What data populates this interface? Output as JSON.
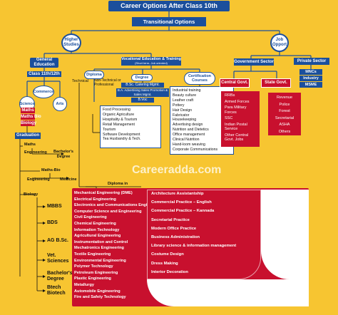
{
  "title": "Career Options After Class 10th",
  "transitional": "Transitional Options",
  "higher_studies": "Higher Studies",
  "job_opport": "Job Opport.",
  "general_education": "General Education",
  "class_11_12": "Class 11th/12th",
  "science": "Science",
  "commerce": "Commerce",
  "arts": "Arts",
  "science_subjects": [
    "Maths",
    "Maths Bio",
    "Biology"
  ],
  "graduation": "Graduation",
  "maths_branch": {
    "label": "Maths",
    "options": [
      "Engineering",
      "Bachelor's Degree"
    ]
  },
  "mathsbio_branch": {
    "label": "Maths-Bio",
    "options": [
      "Engineering",
      "Medicine"
    ]
  },
  "biology_branch": {
    "label": "Biology",
    "options": [
      "MBBS",
      "BDS",
      "AG B.Sc.",
      "Vet. Sciences",
      "Bachelor's Degree",
      "Btech Biotech"
    ]
  },
  "vocational": {
    "title": "Vocational Education & Training",
    "subtitle": "(Short term- Job oriented)"
  },
  "technical": "Technical",
  "non_technical": "Non-Technical or Professional",
  "diploma": "Diploma",
  "degree": "Degree",
  "degree_items": [
    "B.Sc. Catering Mgmt.",
    "B.A. Advertising Sales Promotion & Sales Mgmt.",
    "B.Voc"
  ],
  "certification": "Certification Courses",
  "diploma_courses": [
    "Food Processing",
    "Organic Agriculture",
    "Hospitality & Tourism",
    "Retail Management",
    "Tourism",
    "Software Development",
    "Tea Husbandry & Tech."
  ],
  "certification_courses": [
    "Industrial training",
    "Beauty culture",
    "Leather craft",
    "Pottery",
    "Hair Design",
    "Fabricator",
    "Housekeeping",
    "Advertising design",
    "Nutrition and Dietetics",
    "Office management",
    "Clinical Nutrition",
    "Hand-loom weaving",
    "Corporate Communications"
  ],
  "government_sector": "Government Sector",
  "private_sector": "Private Sector",
  "central_govt": "Central Govt.",
  "state_govt": "State Govt.",
  "central_govt_jobs": [
    "RRBs",
    "Armed Forces",
    "Para Military Forces",
    "SSC",
    "Indian Postal Service",
    "Other Central Govt. Jobs"
  ],
  "state_govt_jobs": [
    "Revenue",
    "Police",
    "Forest",
    "Secretarial",
    "ASHA",
    "Others"
  ],
  "private_items": [
    "MNCs",
    "Industry",
    "MSME"
  ],
  "watermark": "Careeradda.com",
  "diploma_in": "Diploma in",
  "diploma_list_left": [
    "Mechanical Engineering (DME)",
    "Electrical Engineering",
    "Electronics and Communications Engineering",
    "Computer Science and Engineering",
    "Civil Engineering",
    "Chemical Engineering",
    "Information Technology",
    "Agricultural Engineering",
    "Instrumentation and Control",
    "Mechatronics Engineering",
    "Textile Engineering",
    "Environmental Engineering",
    "Polymer Technology",
    "Petroleum Engineering",
    "Plastic Engineering",
    "Metallurgy",
    "Automobile Engineering",
    "Fire and Safety Technology"
  ],
  "diploma_list_right": [
    "Architecture Assistantship",
    "Commercial Practice – English",
    "Commercial Practice – Kannada",
    "Secretarial Practice",
    "Modern Office Practice",
    "Business Administration",
    "Library science & information management",
    "Costume Design",
    "Dress Making",
    "Interior Decoration"
  ]
}
